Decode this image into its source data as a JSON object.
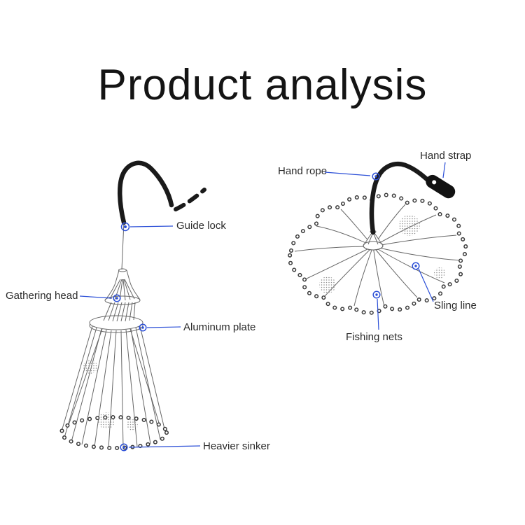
{
  "title": "Product analysis",
  "colors": {
    "accent": "#2b4fd7"
  },
  "left_diagram": {
    "labels": [
      {
        "id": "guide-lock",
        "text": "Guide lock"
      },
      {
        "id": "gathering-head",
        "text": "Gathering head"
      },
      {
        "id": "aluminum-plate",
        "text": "Aluminum plate"
      },
      {
        "id": "heavier-sinker",
        "text": "Heavier sinker"
      }
    ]
  },
  "right_diagram": {
    "labels": [
      {
        "id": "hand-rope",
        "text": "Hand rope"
      },
      {
        "id": "hand-strap",
        "text": "Hand strap"
      },
      {
        "id": "sling-line",
        "text": "Sling line"
      },
      {
        "id": "fishing-nets",
        "text": "Fishing nets"
      }
    ]
  }
}
